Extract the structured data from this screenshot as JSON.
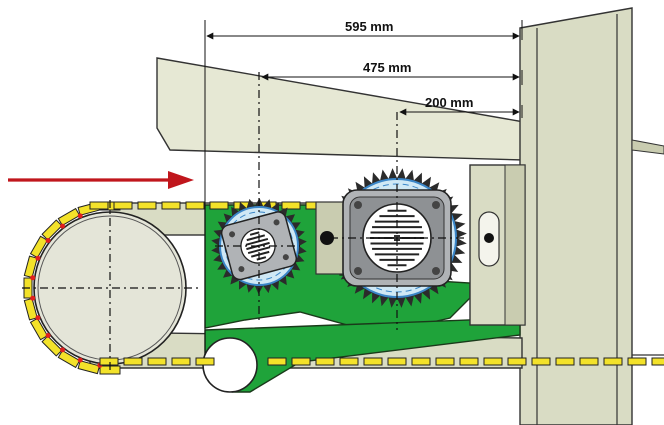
{
  "dimensions": [
    {
      "label": "595 mm"
    },
    {
      "label": "475 mm"
    },
    {
      "label": "200 mm"
    }
  ],
  "colors": {
    "frame": "#d9dcc4",
    "frame_dark": "#c9ccb0",
    "frame_light": "#e6e8d4",
    "mount": "#1fa33a",
    "blade": "#cfe8f5",
    "blade_edge": "#3a86c8",
    "chain_link": "#f3e22a",
    "pad": "#e0201f",
    "feed_arrow": "#c0161c",
    "housing": "#b0b3b6",
    "housing_dark": "#8e9194",
    "pulley": "#e4e5d8"
  },
  "icons": [
    "feed-direction-arrow-icon"
  ]
}
